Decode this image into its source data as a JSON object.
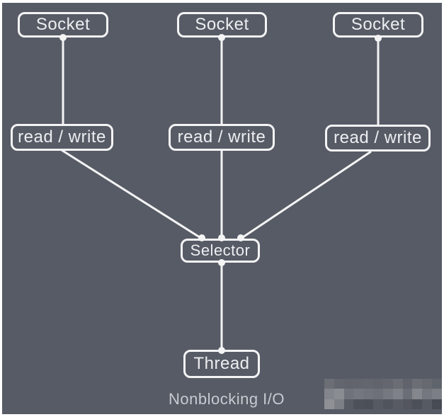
{
  "diagram": {
    "title": "Nonblocking I/O",
    "nodes": [
      {
        "id": "socket-1",
        "label": "Socket"
      },
      {
        "id": "socket-2",
        "label": "Socket"
      },
      {
        "id": "socket-3",
        "label": "Socket"
      },
      {
        "id": "read-write-1",
        "label": "read / write"
      },
      {
        "id": "read-write-2",
        "label": "read / write"
      },
      {
        "id": "read-write-3",
        "label": "read / write"
      },
      {
        "id": "selector",
        "label": "Selector"
      },
      {
        "id": "thread",
        "label": "Thread"
      }
    ],
    "edges": [
      [
        "socket-1",
        "read-write-1"
      ],
      [
        "socket-2",
        "read-write-2"
      ],
      [
        "socket-3",
        "read-write-3"
      ],
      [
        "read-write-1",
        "selector"
      ],
      [
        "read-write-2",
        "selector"
      ],
      [
        "read-write-3",
        "selector"
      ],
      [
        "selector",
        "thread"
      ]
    ]
  },
  "colors": {
    "frame": "#ffffff",
    "canvas_background": "#575b66",
    "line": "#f4f4f5",
    "node_border": "#f4f4f5",
    "node_text": "#eceef0",
    "caption_text": "#c7cad0"
  },
  "watermark": {
    "rows": [
      [
        "#6b6e75",
        "#63666e",
        "#61646c",
        "#62656d",
        "#63666e",
        "#61646c",
        "#64676f",
        "#6a6d74",
        "#60636c",
        "#6b6e75",
        "#666970",
        "#60646c"
      ],
      [
        "#82858b",
        "#8a8d92",
        "#6f727a",
        "#747780",
        "#70737b",
        "#6d7079",
        "#75787f",
        "#7e8187",
        "#6a6e77",
        "#84878c",
        "#74777e",
        "#7b7e84"
      ],
      [
        "#8e9095",
        "#7c7f85",
        "#575b64",
        "#4d515a",
        "#4b4f58",
        "#565a63",
        "#50545d",
        "#585b64",
        "#53565f",
        "#4c5059",
        "#565a63",
        "#474b54"
      ]
    ]
  }
}
